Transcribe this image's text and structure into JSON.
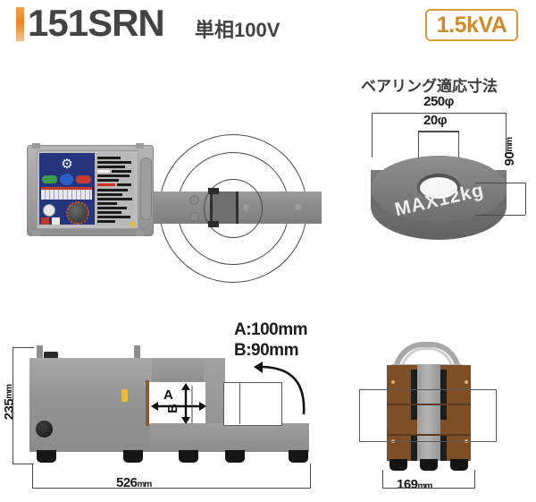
{
  "header": {
    "model": "151SRN",
    "phase": "単相100V",
    "capacity_badge": "1.5kVA",
    "accent_color": "#e8862b",
    "badge_color": "#d08a2e"
  },
  "bearing": {
    "title": "ベアリング適応寸法",
    "outer_diameter": "250φ",
    "inner_diameter": "20φ",
    "thickness": "90mm",
    "thickness_value": "90",
    "thickness_unit": "mm",
    "max_load": "MAX12kg"
  },
  "side_view": {
    "height": "235mm",
    "height_value": "235",
    "height_unit": "mm",
    "width": "526mm",
    "width_value": "526",
    "width_unit": "mm",
    "opening_a": "A:100mm",
    "opening_b": "B:90mm",
    "label_a": "A",
    "label_b": "B"
  },
  "front_view": {
    "width": "169mm",
    "width_value": "169",
    "width_unit": "mm"
  },
  "control_panel": {
    "button_start": "",
    "button_mode": "",
    "button_stop": "",
    "icon": "⚙"
  }
}
